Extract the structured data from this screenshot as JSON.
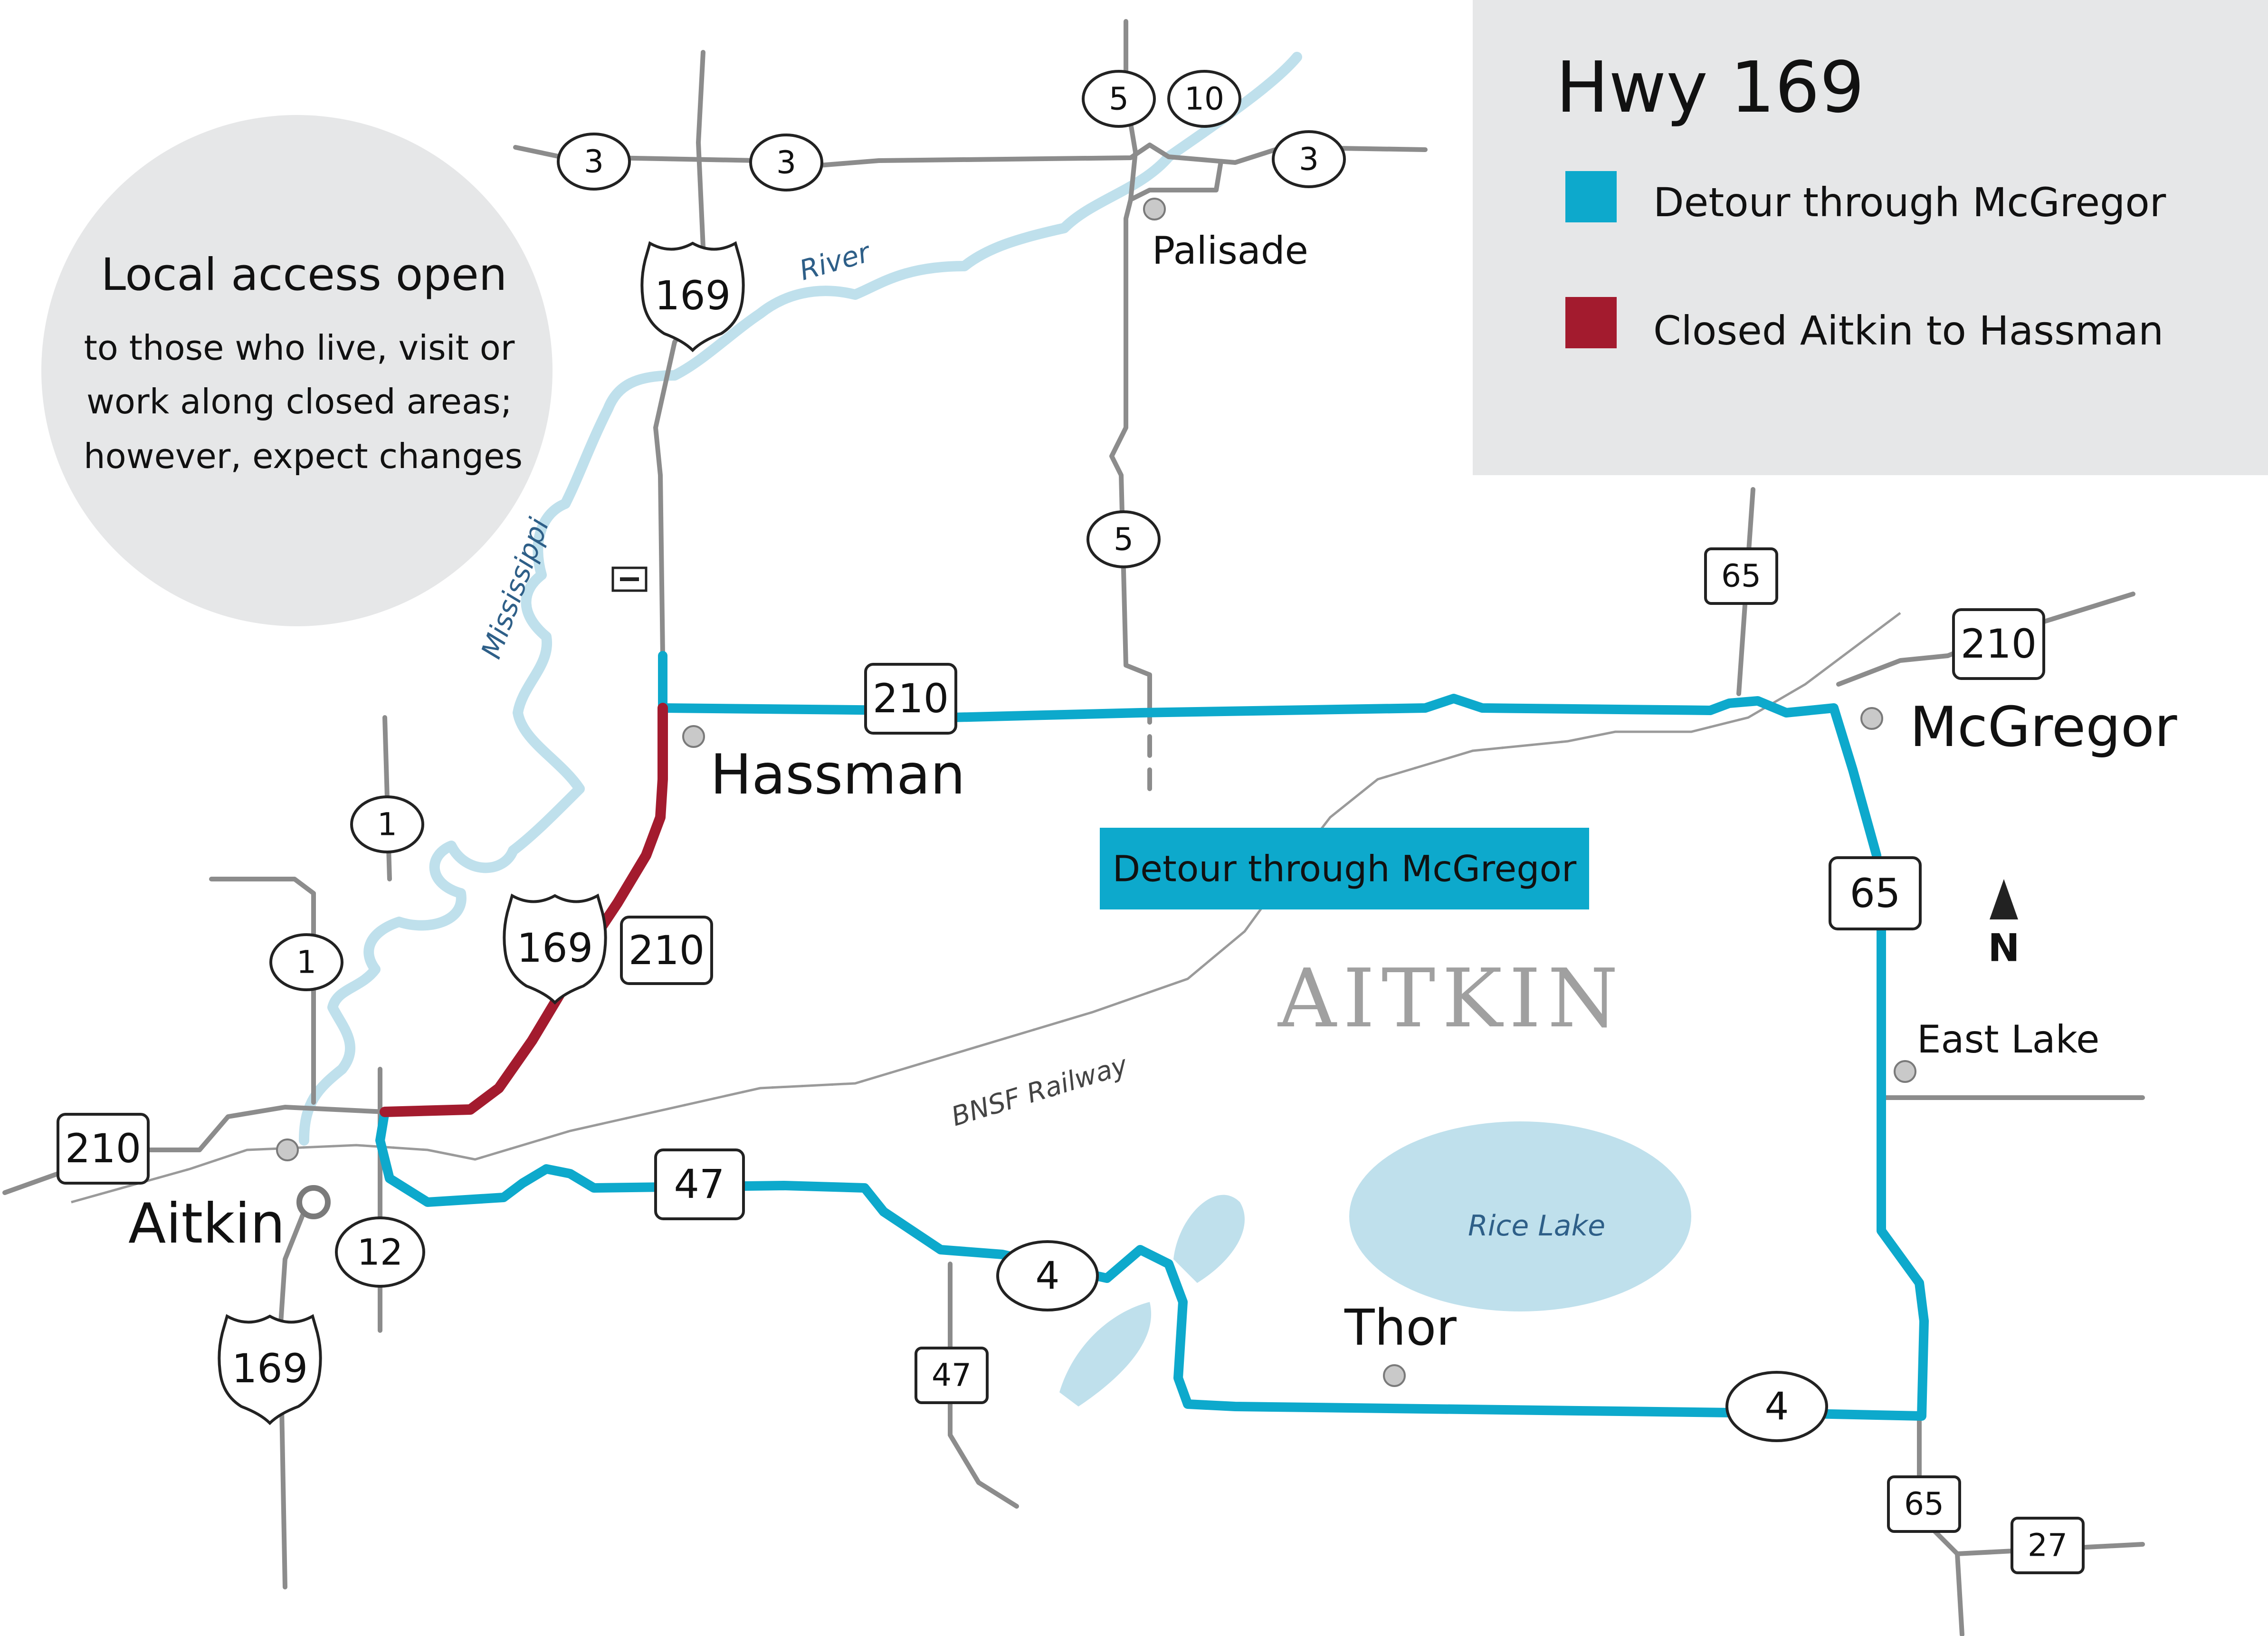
{
  "legend": {
    "title": "Hwy 169",
    "items": [
      {
        "label": "Detour through McGregor",
        "color": "#0da9cc"
      },
      {
        "label": "Closed Aitkin to Hassman",
        "color": "#a31b2e"
      }
    ]
  },
  "callout": {
    "heading": "Local access open",
    "lines": [
      "to those who live, visit or",
      "work along closed areas;",
      "however, expect changes"
    ]
  },
  "detour_label": "Detour through McGregor",
  "county": "AITKIN",
  "north_label": "N",
  "towns": {
    "aitkin": "Aitkin",
    "hassman": "Hassman",
    "mcgregor": "McGregor",
    "palisade": "Palisade",
    "east_lake": "East Lake",
    "thor": "Thor"
  },
  "water": {
    "mississippi": "Mississippi",
    "river": "River",
    "rice_lake": "Rice Lake"
  },
  "railway": "BNSF Railway",
  "routes": {
    "r3a": "3",
    "r3b": "3",
    "r3c": "3",
    "r5a": "5",
    "r5b": "5",
    "r10": "10",
    "r169a": "169",
    "r169b": "169",
    "r169c": "169",
    "r210a": "210",
    "r210b": "210",
    "r210c": "210",
    "r210d": "210",
    "r1a": "1",
    "r1b": "1",
    "r12": "12",
    "r47a": "47",
    "r47b": "47",
    "r4a": "4",
    "r4b": "4",
    "r65a": "65",
    "r65b": "65",
    "r65c": "65",
    "r27": "27"
  },
  "colors": {
    "detour": "#0da9cc",
    "closed": "#a31b2e",
    "road": "#8c8c8c",
    "water": "#bfe0ec",
    "legend_bg": "#e6e7e8"
  }
}
